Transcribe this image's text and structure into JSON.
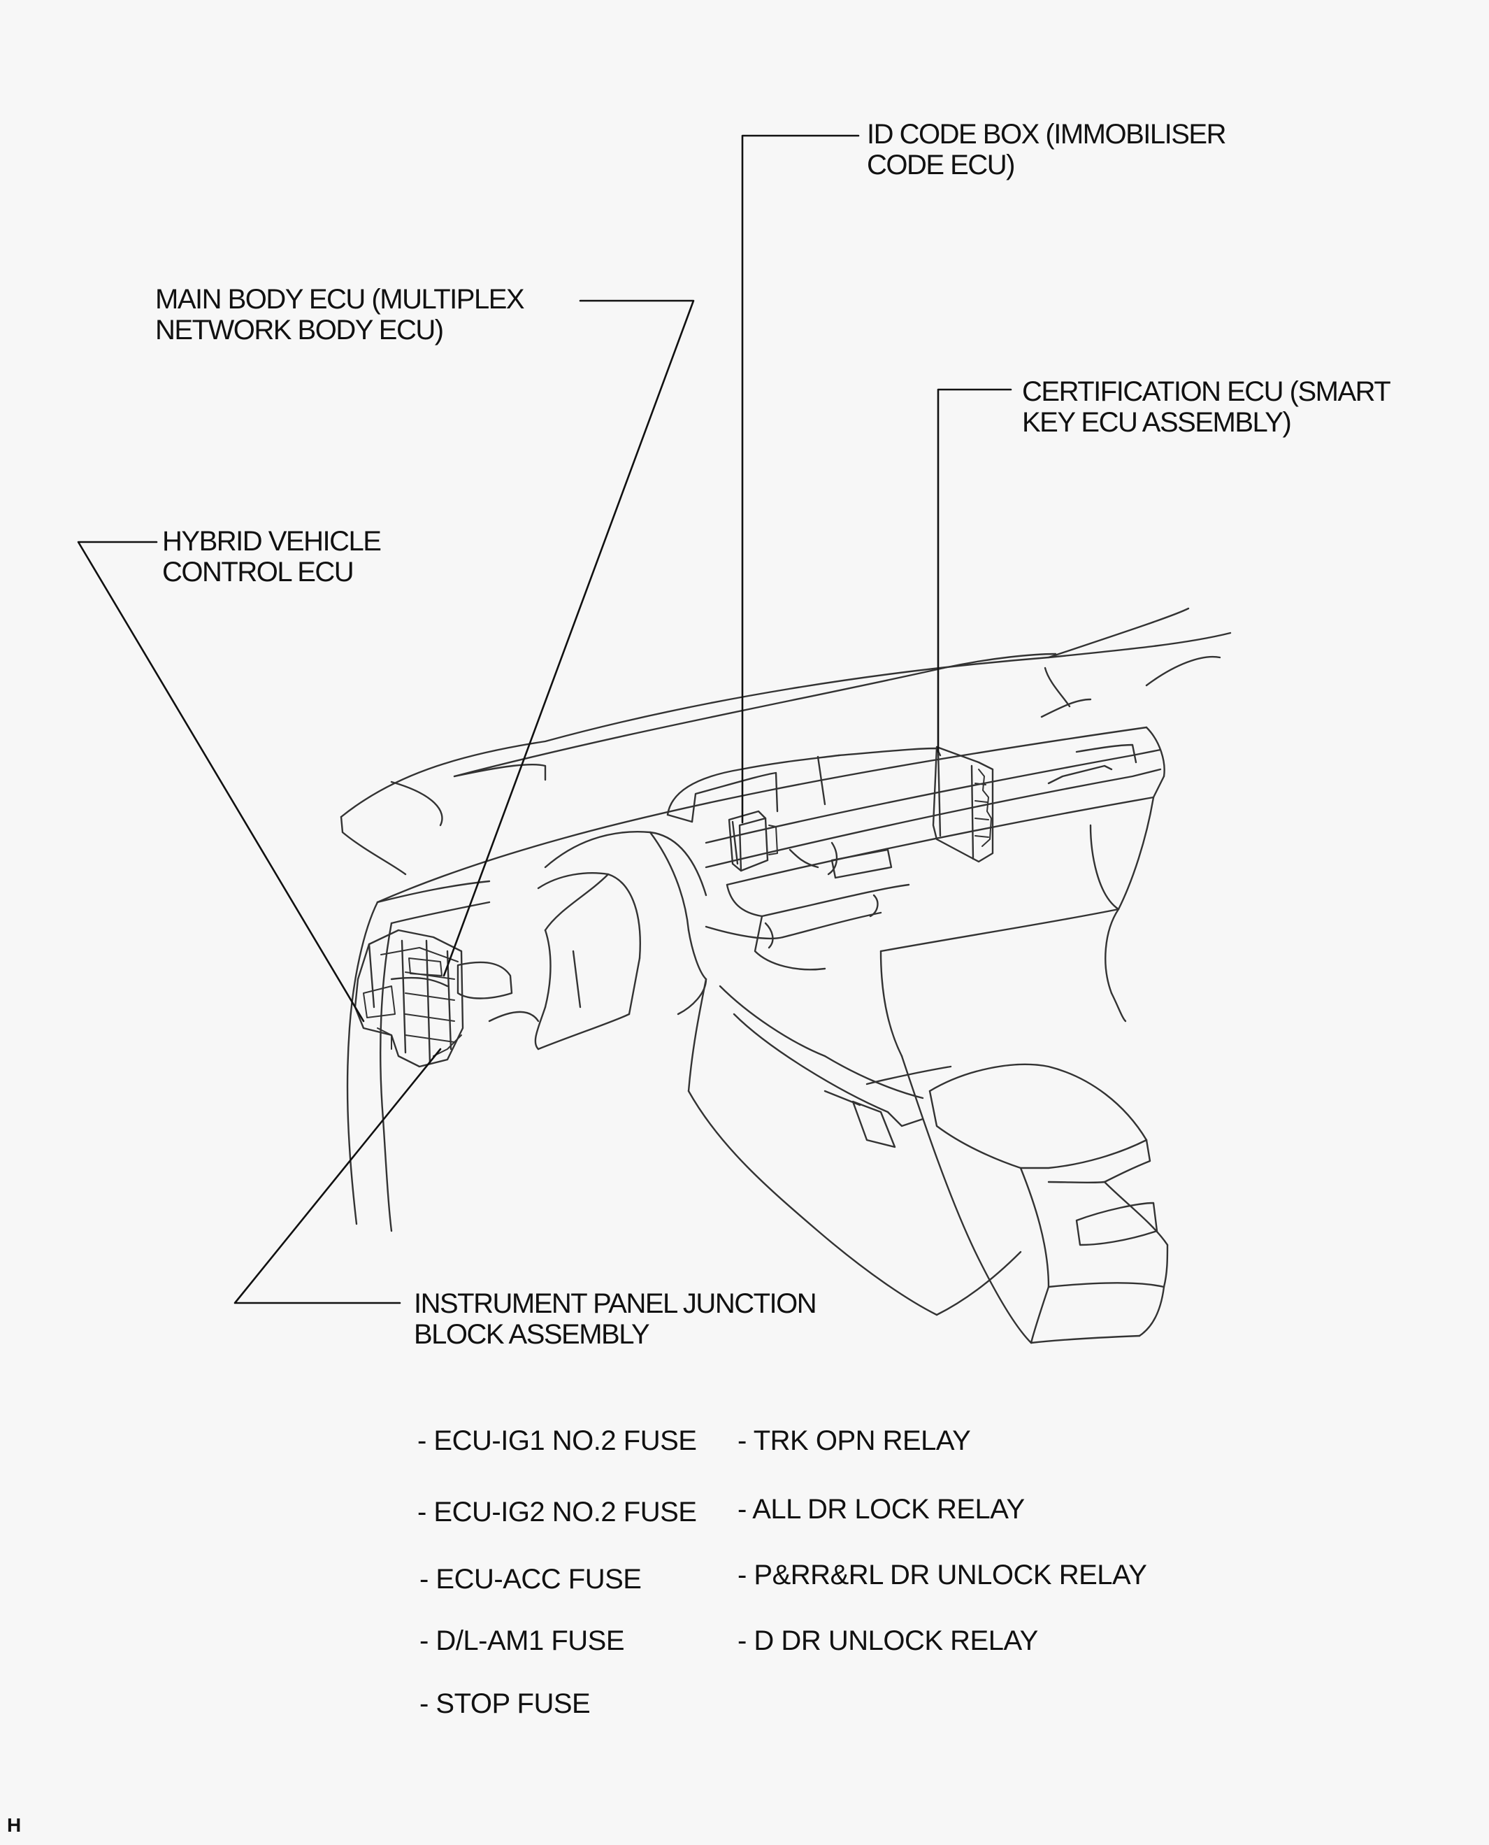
{
  "labels": {
    "id_code_box": [
      "ID CODE BOX (IMMOBILISER",
      "CODE ECU)"
    ],
    "main_body_ecu": [
      "MAIN BODY ECU (MULTIPLEX",
      "NETWORK BODY ECU)"
    ],
    "certification_ecu": [
      "CERTIFICATION  ECU (SMART",
      "KEY ECU ASSEMBLY)"
    ],
    "hybrid_vehicle_ecu": [
      "HYBRID VEHICLE",
      "CONTROL ECU"
    ],
    "instrument_panel_jb": [
      "INSTRUMENT  PANEL JUNCTION",
      "BLOCK ASSEMBLY"
    ]
  },
  "fuses": [
    "- ECU-IG1  NO.2 FUSE",
    "- ECU-IG2  NO.2 FUSE",
    "- ECU-ACC FUSE",
    "- D/L-AM1 FUSE",
    "- STOP FUSE"
  ],
  "relays": [
    "- TRK OPN RELAY",
    "- ALL DR  LOCK RELAY",
    "- P&RR&RL DR  UNLOCK RELAY",
    "- D DR  UNLOCK RELAY"
  ],
  "corner_mark": "H"
}
